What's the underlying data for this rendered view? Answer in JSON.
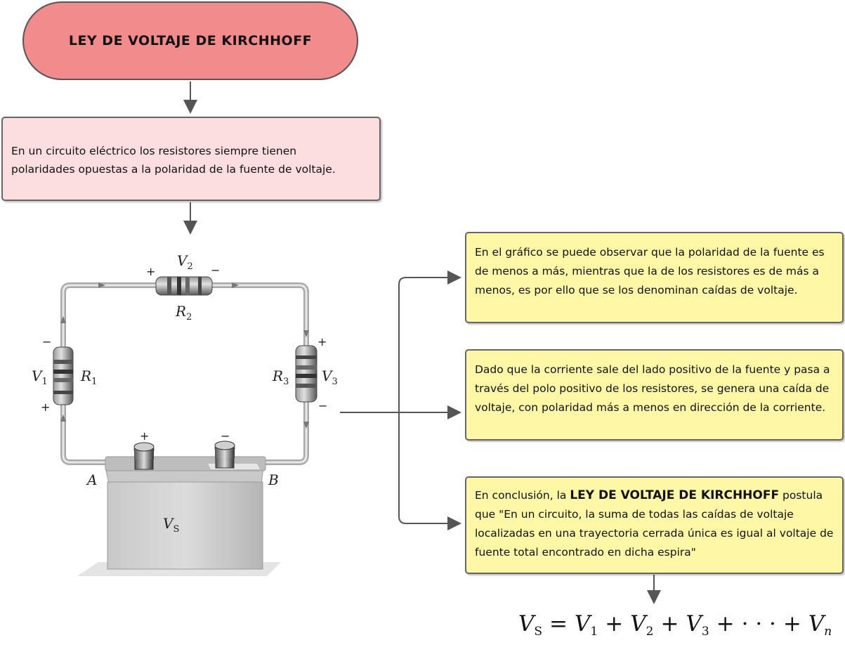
{
  "title": "LEY DE VOLTAJE DE KIRCHHOFF",
  "intro_box": {
    "line1": "En un circuito eléctrico los resistores siempre tienen",
    "line2": "polaridades opuestas a la polaridad de la fuente de voltaje."
  },
  "box1": {
    "text": "En el gráfico se puede observar que la polaridad de la fuente es de menos a más, mientras que la de los resistores es de más a menos, es por ello que se  los denominan caídas de voltaje."
  },
  "box2": {
    "text": "Dado que la corriente sale del lado positivo de la fuente y pasa a través del polo positivo de los resistores, se genera una caída de voltaje, con polaridad más a menos en dirección de la corriente."
  },
  "box3": {
    "prefix": "En conclusión, la ",
    "highlight": "LEY DE VOLTAJE DE KIRCHHOFF",
    "suffix": " postula que \"En un circuito, la suma de todas las caídas de voltaje localizadas en una trayectoria cerrada única es igual al voltaje de fuente total encontrado en dicha espira\""
  },
  "circuit": {
    "v1": "V",
    "v1_sub": "1",
    "v2": "V",
    "v2_sub": "2",
    "v3": "V",
    "v3_sub": "3",
    "r1": "R",
    "r1_sub": "1",
    "r2": "R",
    "r2_sub": "2",
    "r3": "R",
    "r3_sub": "3",
    "node_a": "A",
    "node_b": "B",
    "vs": "V",
    "vs_sub": "S",
    "plus": "+",
    "minus": "−"
  },
  "formula": {
    "v": "V",
    "s_sub": "S",
    "eq": "=",
    "plus": "+",
    "sub1": "1",
    "sub2": "2",
    "sub3": "3",
    "dots": "· · ·",
    "subn": "n"
  },
  "colors": {
    "title_fill": "#f28b8b",
    "intro_fill": "#fcdde0",
    "note_fill": "#fdf7a6"
  }
}
